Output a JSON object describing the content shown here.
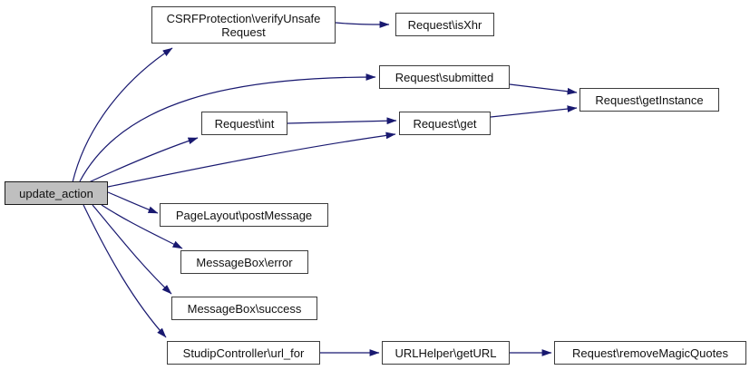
{
  "diagram": {
    "type": "call-graph",
    "colors": {
      "background": "#ffffff",
      "edge": "#191970",
      "node_fill": "#ffffff",
      "node_border": "#3c3c3c",
      "focus_node_fill": "#bfbfbf",
      "text": "#111111"
    },
    "nodes": {
      "update_action": {
        "label": "update_action",
        "focused": true
      },
      "csrf_verify_unsafe_request": {
        "line1": "CSRFProtection\\verifyUnsafe",
        "line2": "Request"
      },
      "request_is_xhr": {
        "label": "Request\\isXhr"
      },
      "request_submitted": {
        "label": "Request\\submitted"
      },
      "request_get_instance": {
        "label": "Request\\getInstance"
      },
      "request_int": {
        "label": "Request\\int"
      },
      "request_get": {
        "label": "Request\\get"
      },
      "page_layout_post_message": {
        "label": "PageLayout\\postMessage"
      },
      "message_box_error": {
        "label": "MessageBox\\error"
      },
      "message_box_success": {
        "label": "MessageBox\\success"
      },
      "studip_controller_url_for": {
        "label": "StudipController\\url_for"
      },
      "url_helper_get_url": {
        "label": "URLHelper\\getURL"
      },
      "request_remove_magic_quotes": {
        "label": "Request\\removeMagicQuotes"
      }
    },
    "edges": [
      {
        "from": "update_action",
        "to": "csrf_verify_unsafe_request"
      },
      {
        "from": "update_action",
        "to": "request_submitted"
      },
      {
        "from": "update_action",
        "to": "request_int"
      },
      {
        "from": "update_action",
        "to": "request_get"
      },
      {
        "from": "update_action",
        "to": "page_layout_post_message"
      },
      {
        "from": "update_action",
        "to": "message_box_error"
      },
      {
        "from": "update_action",
        "to": "message_box_success"
      },
      {
        "from": "update_action",
        "to": "studip_controller_url_for"
      },
      {
        "from": "csrf_verify_unsafe_request",
        "to": "request_is_xhr"
      },
      {
        "from": "request_submitted",
        "to": "request_get_instance"
      },
      {
        "from": "request_int",
        "to": "request_get"
      },
      {
        "from": "request_get",
        "to": "request_get_instance"
      },
      {
        "from": "studip_controller_url_for",
        "to": "url_helper_get_url"
      },
      {
        "from": "url_helper_get_url",
        "to": "request_remove_magic_quotes"
      }
    ]
  }
}
